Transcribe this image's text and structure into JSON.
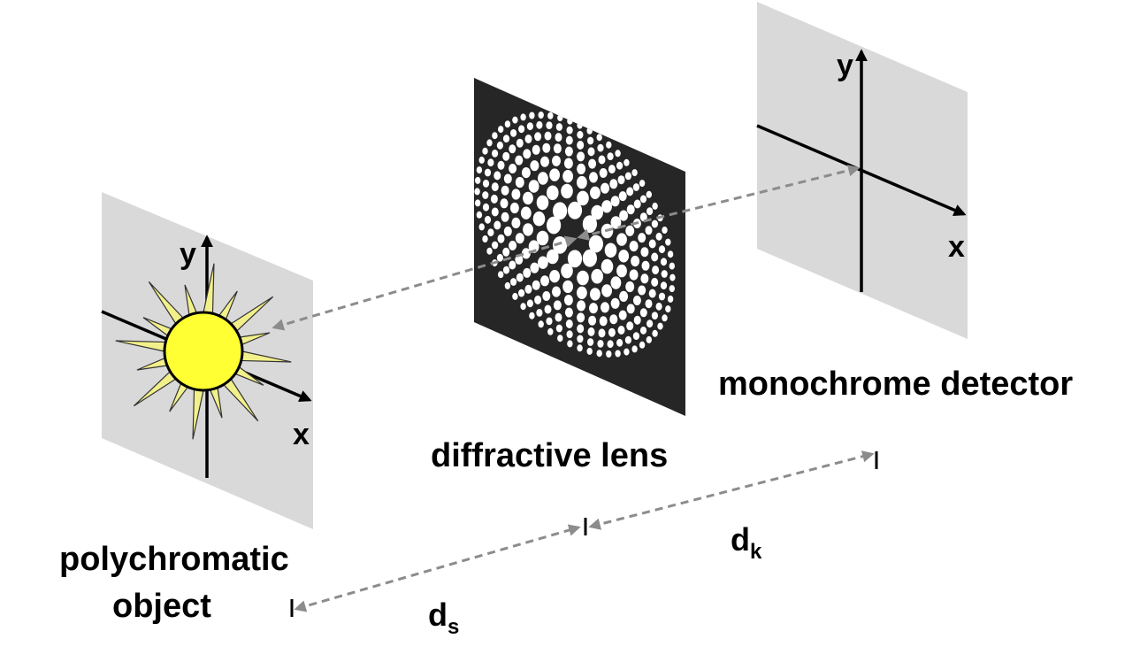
{
  "labels": {
    "object_line1": "polychromatic",
    "object_line2": "object",
    "lens": "diffractive lens",
    "detector": "monochrome detector"
  },
  "axes": {
    "object_y": "y",
    "object_x": "x",
    "detector_y": "y",
    "detector_x": "x"
  },
  "distances": {
    "ds_main": "d",
    "ds_sub": "s",
    "dk_main": "d",
    "dk_sub": "k"
  },
  "colors": {
    "plane": "#d9d9d9",
    "lens_bg": "#262626",
    "sun_core": "#ffff33",
    "sun_rays": "#f2f08a",
    "arrow": "#8c8c8c",
    "axis": "#000000"
  },
  "lens": {
    "ring_dot_counts": [
      8,
      14,
      22,
      30,
      38,
      46,
      54,
      62
    ]
  }
}
